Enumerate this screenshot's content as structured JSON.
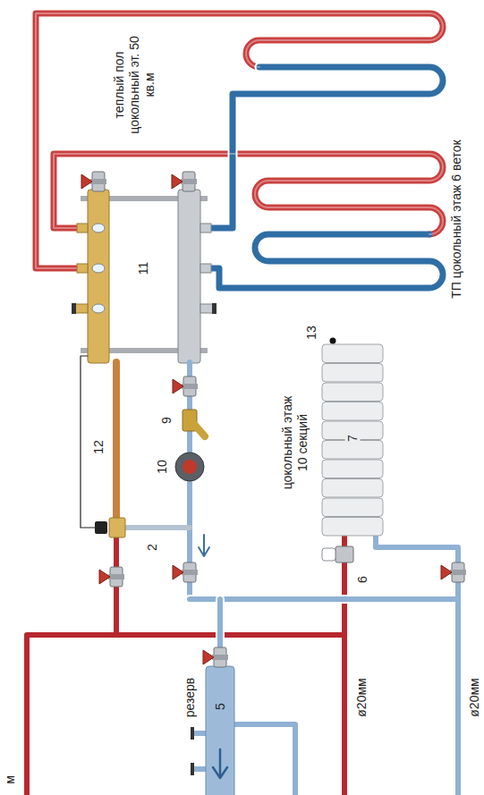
{
  "diagram": {
    "labels": [
      "теплый пол цокольный эт. 50 кв.м",
      "ТП цокольный этаж 6 веток",
      "11",
      "12",
      "2",
      "9",
      "10",
      "цокольный этаж 10 секций",
      "13",
      "7",
      "6",
      "5",
      "резерв",
      "ø20мм",
      "ø20мм",
      "м"
    ]
  }
}
